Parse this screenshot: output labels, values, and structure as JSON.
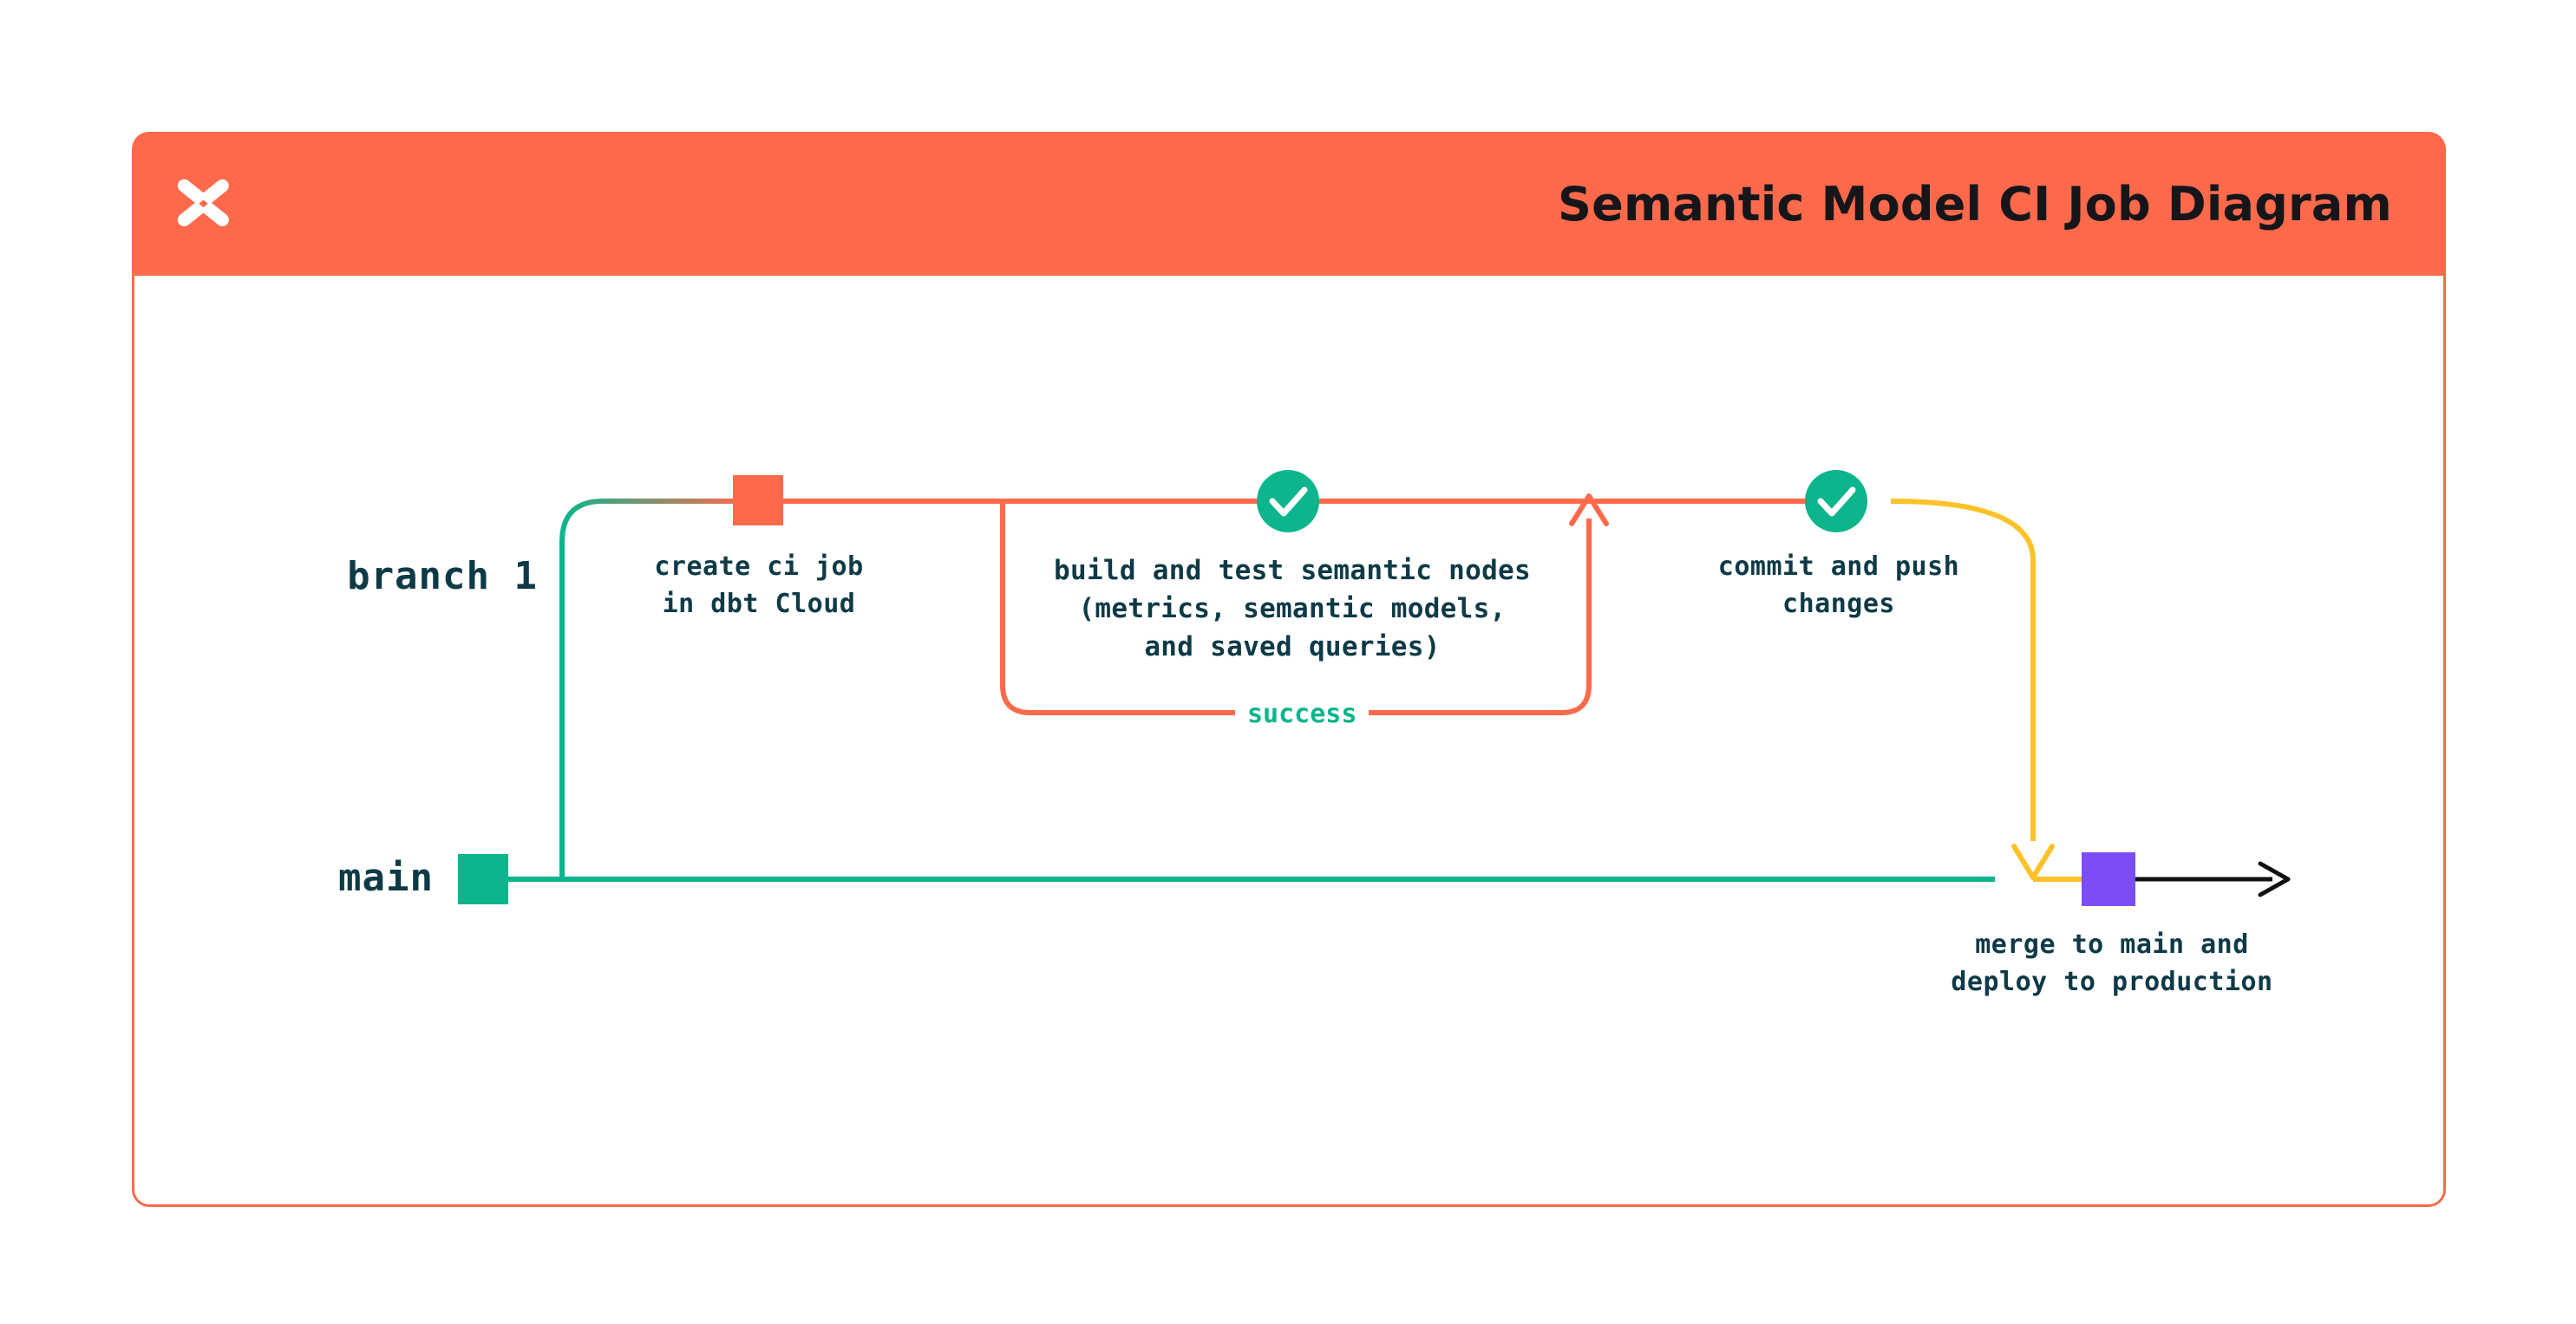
{
  "header": {
    "title": "Semantic Model CI Job Diagram",
    "logo_icon": "dbt-x-logo-icon",
    "background_color": "#FC6A4B",
    "title_color": "#16161A"
  },
  "card": {
    "border_color": "#FC6A4B",
    "background_color": "#FFFFFF"
  },
  "colors": {
    "orange": "#FC6A4B",
    "green": "#0DB58C",
    "yellow": "#FBC22A",
    "purple": "#7C4DF5",
    "navy": "#0E3A47",
    "black": "#111111"
  },
  "diagram": {
    "type": "git-branch-flow",
    "branches": [
      {
        "id": "branch-1",
        "label": "branch 1",
        "lane": "top",
        "line_color": "#FC6A4B"
      },
      {
        "id": "main",
        "label": "main",
        "lane": "bottom",
        "line_color": "#0DB58C"
      }
    ],
    "nodes": [
      {
        "id": "create-ci-job",
        "marker": "square",
        "marker_color": "#FC6A4B",
        "branch": "branch-1",
        "caption_lines": [
          "create ci job",
          "in dbt Cloud"
        ]
      },
      {
        "id": "build-and-test",
        "marker": "check-circle",
        "marker_color": "#0DB58C",
        "branch": "branch-1",
        "caption_lines": [
          "build and test semantic nodes",
          "(metrics, semantic models,",
          "and saved queries)"
        ],
        "loop_label": "success",
        "loop_label_color": "#0DB58C",
        "loop_color": "#FC6A4B"
      },
      {
        "id": "commit-and-push",
        "marker": "check-circle",
        "marker_color": "#0DB58C",
        "branch": "branch-1",
        "caption_lines": [
          "commit and push",
          "changes"
        ]
      },
      {
        "id": "merge-to-main",
        "marker": "square",
        "marker_color": "#7C4DF5",
        "branch": "main",
        "caption_lines": [
          "merge to main and",
          "deploy to production"
        ]
      }
    ],
    "edges": [
      {
        "id": "branch-off",
        "from": "main",
        "to": "branch-1",
        "color_start": "#0DB58C",
        "color_end": "#FC6A4B"
      },
      {
        "id": "retry-loop",
        "from": "build-and-test",
        "to": "build-and-test",
        "label": "success",
        "color": "#FC6A4B",
        "arrow": "up"
      },
      {
        "id": "merge-down",
        "from": "commit-and-push",
        "to": "merge-to-main",
        "color_start": "#FC6A4B",
        "color_end": "#FBC22A",
        "arrow": "down"
      },
      {
        "id": "main-continue",
        "from": "merge-to-main",
        "to": "",
        "color": "#111111",
        "arrow": "right"
      }
    ]
  }
}
